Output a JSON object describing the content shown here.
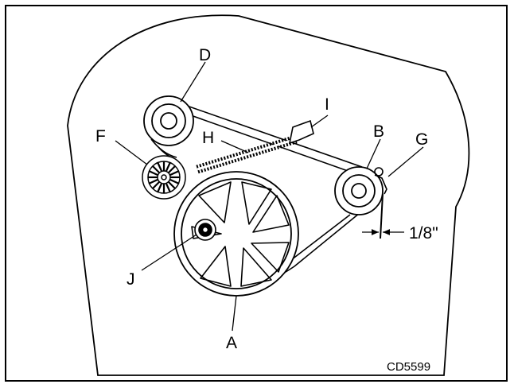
{
  "diagram": {
    "labels": {
      "A": "A",
      "B": "B",
      "D": "D",
      "F": "F",
      "G": "G",
      "H": "H",
      "I": "I",
      "J": "J"
    },
    "dimension": "1/8\"",
    "figure_code": "CD5599"
  },
  "colors": {
    "line": "#000000",
    "background": "#ffffff"
  }
}
